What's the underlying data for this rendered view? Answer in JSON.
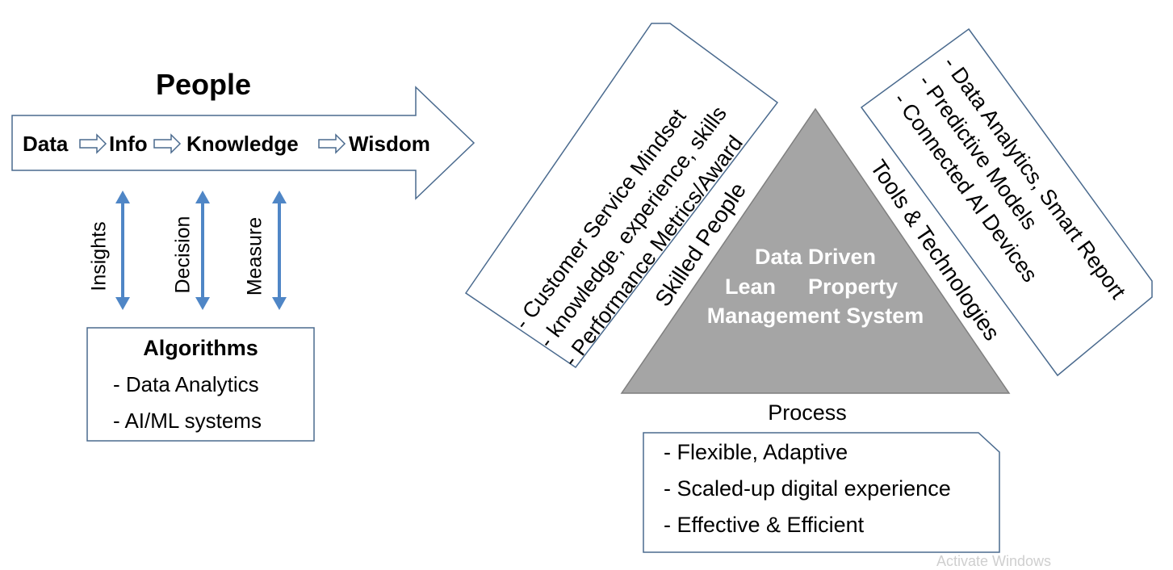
{
  "people": {
    "heading": "People",
    "flow": [
      "Data",
      "Info",
      "Knowledge",
      "Wisdom"
    ],
    "flow_arrow_icon": "right-arrow-icon"
  },
  "links": [
    "Insights",
    "Decision",
    "Measure"
  ],
  "link_arrow_icon": "double-headed-vertical-arrow-icon",
  "algorithms": {
    "title": "Algorithms",
    "items": [
      "- Data Analytics",
      "- AI/ML systems"
    ]
  },
  "skilled_people": {
    "label": "Skilled People",
    "items": [
      "- Customer Service Mindset",
      "- knowledge, experience, skills",
      "- Performance Metrics/Award"
    ]
  },
  "tools": {
    "label": "Tools & Technologies",
    "items": [
      "- Data Analytics, Smart Report",
      "- Predictive Models",
      "- Connected AI Devices"
    ]
  },
  "core": {
    "line1": "Data Driven",
    "line2a": "Lean",
    "line2b": "Property",
    "line3": "Management System"
  },
  "process": {
    "label": "Process",
    "items": [
      "- Flexible, Adaptive",
      "- Scaled-up digital experience",
      "- Effective & Efficient"
    ]
  },
  "watermark": "Activate Windows",
  "colors": {
    "outline": "#4a6a8e",
    "arrow_blue": "#4f86c6",
    "triangle": "#a5a5a5",
    "triangle_edge": "#7f7f7f"
  }
}
